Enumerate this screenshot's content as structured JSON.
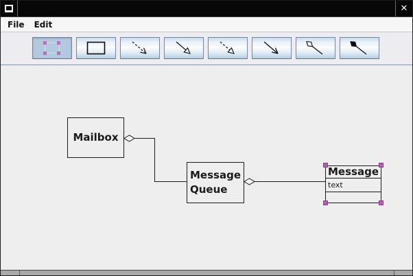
{
  "window": {
    "title": "",
    "close_glyph": "✕"
  },
  "menu": {
    "items": [
      {
        "label": "File"
      },
      {
        "label": "Edit"
      }
    ]
  },
  "toolbar": {
    "selected_index": 0,
    "tools": [
      {
        "name": "selection-tool"
      },
      {
        "name": "rectangle-tool"
      },
      {
        "name": "dashed-arrow-tool"
      },
      {
        "name": "triangle-arrow-tool"
      },
      {
        "name": "dashed-triangle-arrow-tool"
      },
      {
        "name": "arrow-tool"
      },
      {
        "name": "aggregation-diamond-tool"
      },
      {
        "name": "composition-diamond-tool"
      }
    ]
  },
  "diagram": {
    "nodes": [
      {
        "id": "mailbox",
        "label": "Mailbox"
      },
      {
        "id": "message-queue",
        "label": "Message\nQueue"
      },
      {
        "id": "message",
        "title": "Message",
        "attribute": "text",
        "selected": true
      }
    ],
    "connectors": [
      {
        "type": "aggregation-open-diamond",
        "from": "mailbox",
        "to": "message-queue"
      },
      {
        "type": "aggregation-open-diamond",
        "from": "message-queue",
        "to": "message"
      }
    ]
  },
  "colors": {
    "titlebar_bg": "#070707",
    "menubar_bg": "#f6f6f6",
    "toolbar_bg": "#ededf1",
    "canvas_bg": "#eeeeee",
    "tool_button_border": "#73869d",
    "selected_tool_bg": "#b4c9e0",
    "handle_magenta": "#b75cb7",
    "icon_magenta": "#c468c4",
    "line_color": "#1a1a1a",
    "resize_strip_gray": "#a9a9a9"
  }
}
